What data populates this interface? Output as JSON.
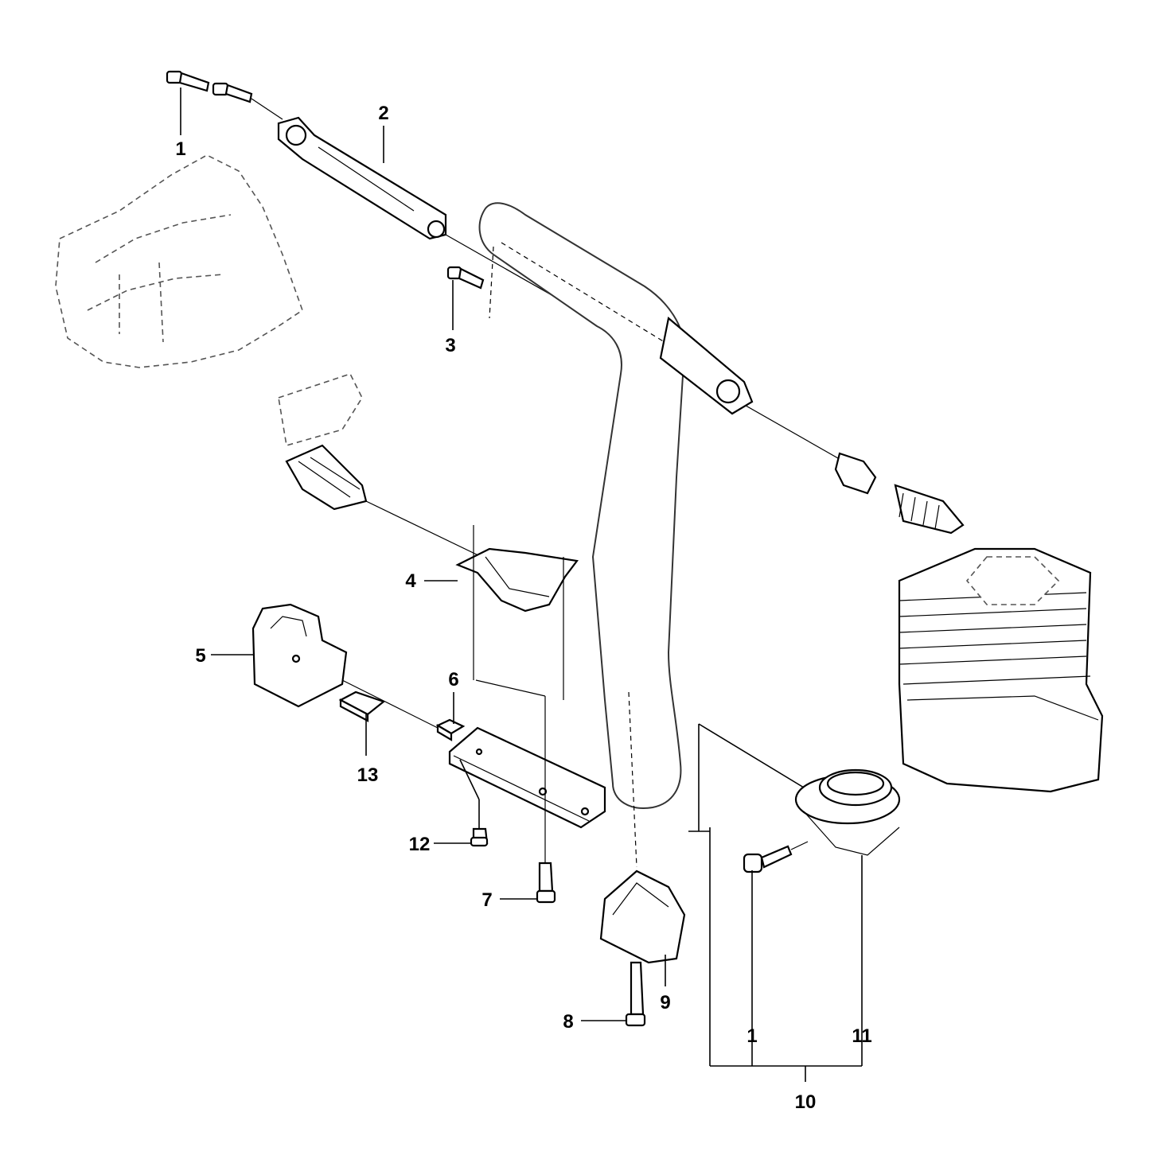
{
  "callouts": {
    "c1_top": "1",
    "c2": "2",
    "c3": "3",
    "c4": "4",
    "c5": "5",
    "c6": "6",
    "c7": "7",
    "c8": "8",
    "c9": "9",
    "c1_bottom": "1",
    "c11": "11",
    "c10": "10",
    "c12": "12",
    "c13": "13"
  }
}
